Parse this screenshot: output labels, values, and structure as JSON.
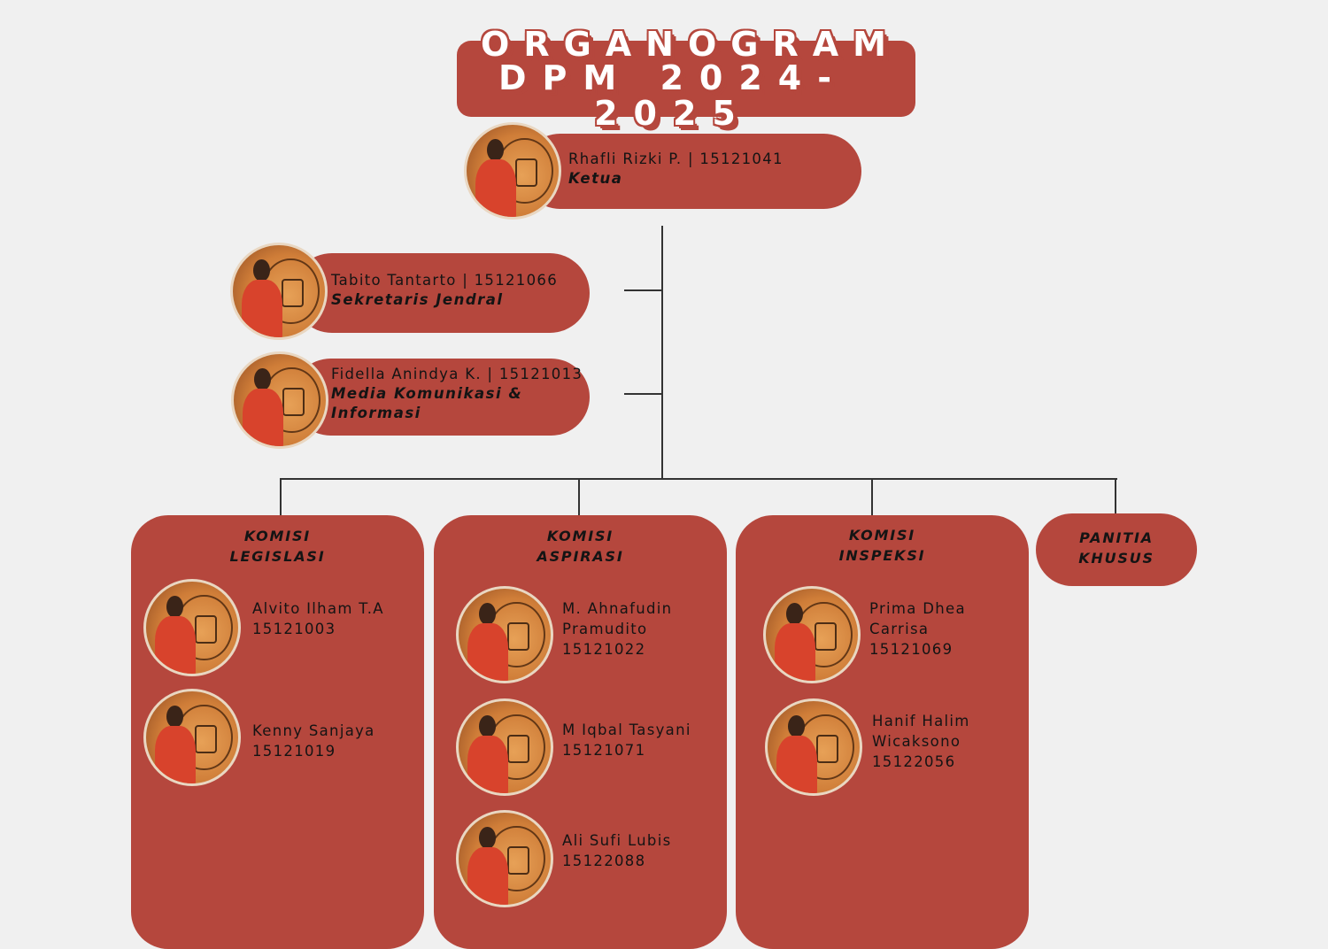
{
  "title": {
    "line1": "ORGANOGRAM",
    "line2": "DPM 2024-2025"
  },
  "colors": {
    "accent": "#b5473d",
    "background": "#f0f0f0",
    "connector": "#333333"
  },
  "ketua": {
    "name": "Rhafli Rizki P. | 15121041",
    "role": "Ketua",
    "photo": "member-photo"
  },
  "sekjen": {
    "name": "Tabito Tantarto | 15121066",
    "role": "Sekretaris Jendral",
    "photo": "member-photo"
  },
  "medkominfo": {
    "name": "Fidella Anindya K. | 15121013",
    "role_line1": "Media Komunikasi &",
    "role_line2": "Informasi",
    "photo": "member-photo"
  },
  "commissions": [
    {
      "title": "KOMISI\nLEGISLASI",
      "members": [
        {
          "text": "Alvito Ilham T.A\n15121003"
        },
        {
          "text": "Kenny Sanjaya\n15121019"
        }
      ]
    },
    {
      "title": "KOMISI\nASPIRASI",
      "members": [
        {
          "text": "M. Ahnafudin\nPramudito\n15121022"
        },
        {
          "text": "M Iqbal Tasyani\n15121071"
        },
        {
          "text": "Ali Sufi Lubis\n15122088"
        }
      ]
    },
    {
      "title": "KOMISI\nINSPEKSI",
      "members": [
        {
          "text": "Prima Dhea\nCarrisa\n15121069"
        },
        {
          "text": "Hanif Halim\nWicaksono\n15122056"
        }
      ]
    }
  ],
  "panitia": {
    "title": "PANITIA\nKHUSUS"
  }
}
